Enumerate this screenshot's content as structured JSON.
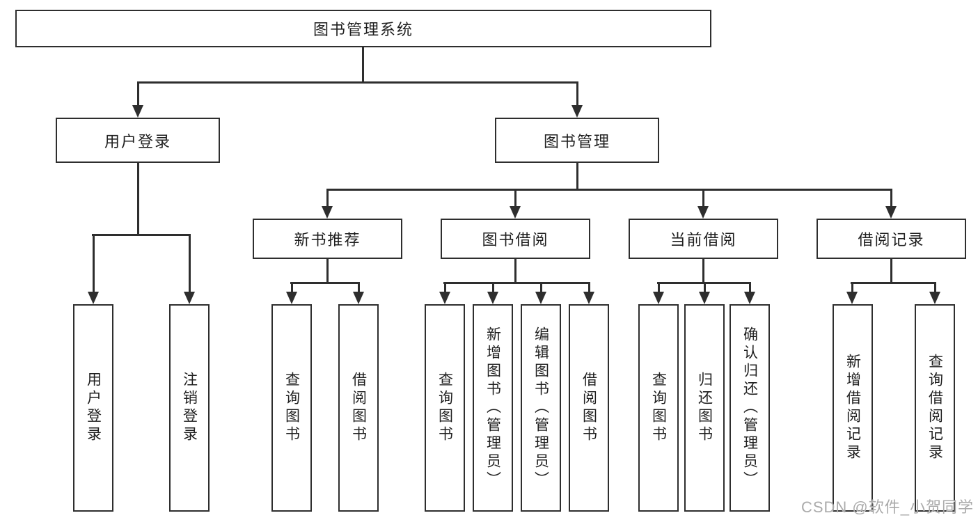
{
  "nodes": {
    "root": {
      "label": "图书管理系统"
    },
    "user_login": {
      "label": "用户登录"
    },
    "book_mgmt": {
      "label": "图书管理"
    },
    "new_book": {
      "label": "新书推荐"
    },
    "book_borrow": {
      "label": "图书借阅"
    },
    "current_borrow": {
      "label": "当前借阅"
    },
    "borrow_record": {
      "label": "借阅记录"
    }
  },
  "leaves": {
    "user_login": [
      "用户登录",
      "注销登录"
    ],
    "new_book": [
      "查询图书",
      "借阅图书"
    ],
    "book_borrow": [
      "查询图书",
      "新增图书（管理员）",
      "编辑图书（管理员）",
      "借阅图书"
    ],
    "current_borrow": [
      "查询图书",
      "归还图书",
      "确认归还（管理员）"
    ],
    "borrow_record": [
      "新增借阅记录",
      "查询借阅记录"
    ]
  },
  "watermark": "CSDN @软件_小贺同学",
  "colors": {
    "line": "#2e2e2e",
    "box_border": "#2e2e2e",
    "box_background": "#ffffff",
    "text": "#1f1f1f",
    "watermark": "#a5a5a5"
  }
}
